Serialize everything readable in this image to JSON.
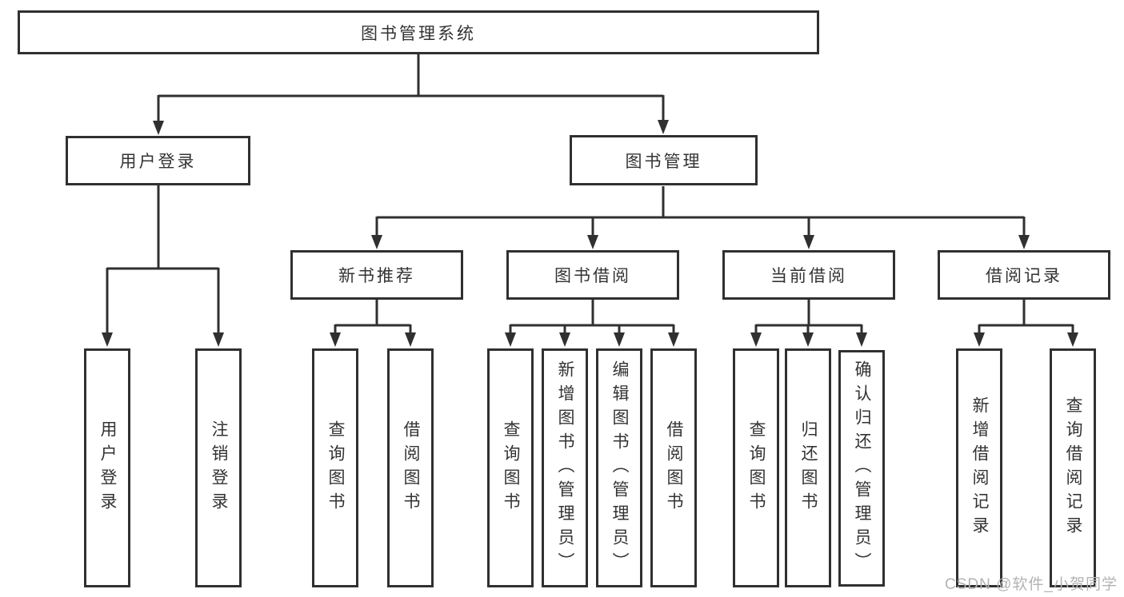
{
  "tree": {
    "root": "图书管理系统",
    "children": [
      {
        "label": "用户登录",
        "children": [
          "用户登录",
          "注销登录"
        ]
      },
      {
        "label": "图书管理",
        "children": [
          {
            "label": "新书推荐",
            "children": [
              "查询图书",
              "借阅图书"
            ]
          },
          {
            "label": "图书借阅",
            "children": [
              "查询图书",
              "新增图书（管理员）",
              "编辑图书（管理员）",
              "借阅图书"
            ]
          },
          {
            "label": "当前借阅",
            "children": [
              "查询图书",
              "归还图书",
              "确认归还（管理员）"
            ]
          },
          {
            "label": "借阅记录",
            "children": [
              "新增借阅记录",
              "查询借阅记录"
            ]
          }
        ]
      }
    ]
  },
  "watermark": {
    "text": "CSDN @软件_小贺同学"
  },
  "colors": {
    "line": "#303030",
    "box_border": "#303030",
    "text": "#333333",
    "watermark": "#b3b3b3",
    "background": "#ffffff"
  }
}
